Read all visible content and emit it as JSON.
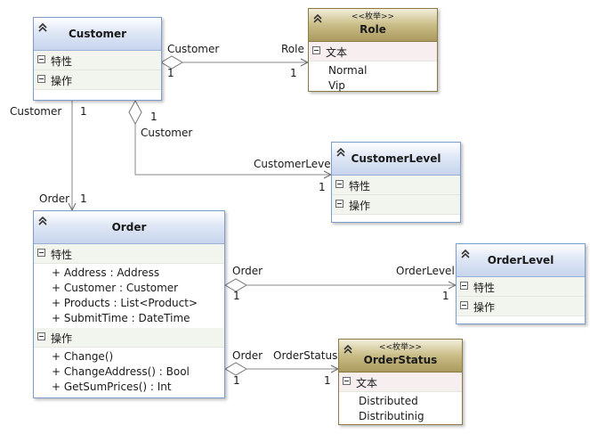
{
  "customer": {
    "title": "Customer",
    "sections": {
      "attrs": "特性",
      "ops": "操作"
    }
  },
  "role": {
    "stereotype": "<<枚举>>",
    "title": "Role",
    "section": "文本",
    "values": [
      "Normal",
      "Vip"
    ]
  },
  "customer_level": {
    "title": "CustomerLevel",
    "sections": {
      "attrs": "特性",
      "ops": "操作"
    }
  },
  "order": {
    "title": "Order",
    "attrs_label": "特性",
    "attrs": [
      "+ Address : Address",
      "+ Customer : Customer",
      "+ Products : List<Product>",
      "+ SubmitTime : DateTime"
    ],
    "ops_label": "操作",
    "ops": [
      "+ Change()",
      "+ ChangeAddress() : Bool",
      "+ GetSumPrices() : Int"
    ]
  },
  "order_level": {
    "title": "OrderLevel",
    "sections": {
      "attrs": "特性",
      "ops": "操作"
    }
  },
  "order_status": {
    "stereotype": "<<枚举>>",
    "title": "OrderStatus",
    "section": "文本",
    "values": [
      "Distributed",
      "Distributinig"
    ]
  },
  "connectors": {
    "cust_role": {
      "src_role": "Customer",
      "src_mult": "1",
      "dst_role": "Role",
      "dst_mult": "1"
    },
    "cust_order": {
      "src_role": "Customer",
      "src_mult": "1",
      "dst_role": "Order",
      "dst_mult": "1"
    },
    "cust_level": {
      "src_mult": "1",
      "src_role": "Customer",
      "dst_role": "CustomerLevel",
      "dst_mult": "1"
    },
    "order_level": {
      "src_role": "Order",
      "src_mult": "1",
      "dst_role": "OrderLevel",
      "dst_mult": "1"
    },
    "order_status": {
      "src_role": "Order",
      "src_mult": "1",
      "dst_role": "OrderStatus",
      "dst_mult": "1"
    }
  },
  "colors": {
    "class_header": "#c6d4ec",
    "enum_header": "#aa9a5e",
    "class_border": "#7d9ccc",
    "enum_border": "#8b7a45",
    "connector": "#888888"
  },
  "icons": {
    "collapse": "double-chevron-up-icon",
    "section_toggle": "minus-box-icon"
  }
}
